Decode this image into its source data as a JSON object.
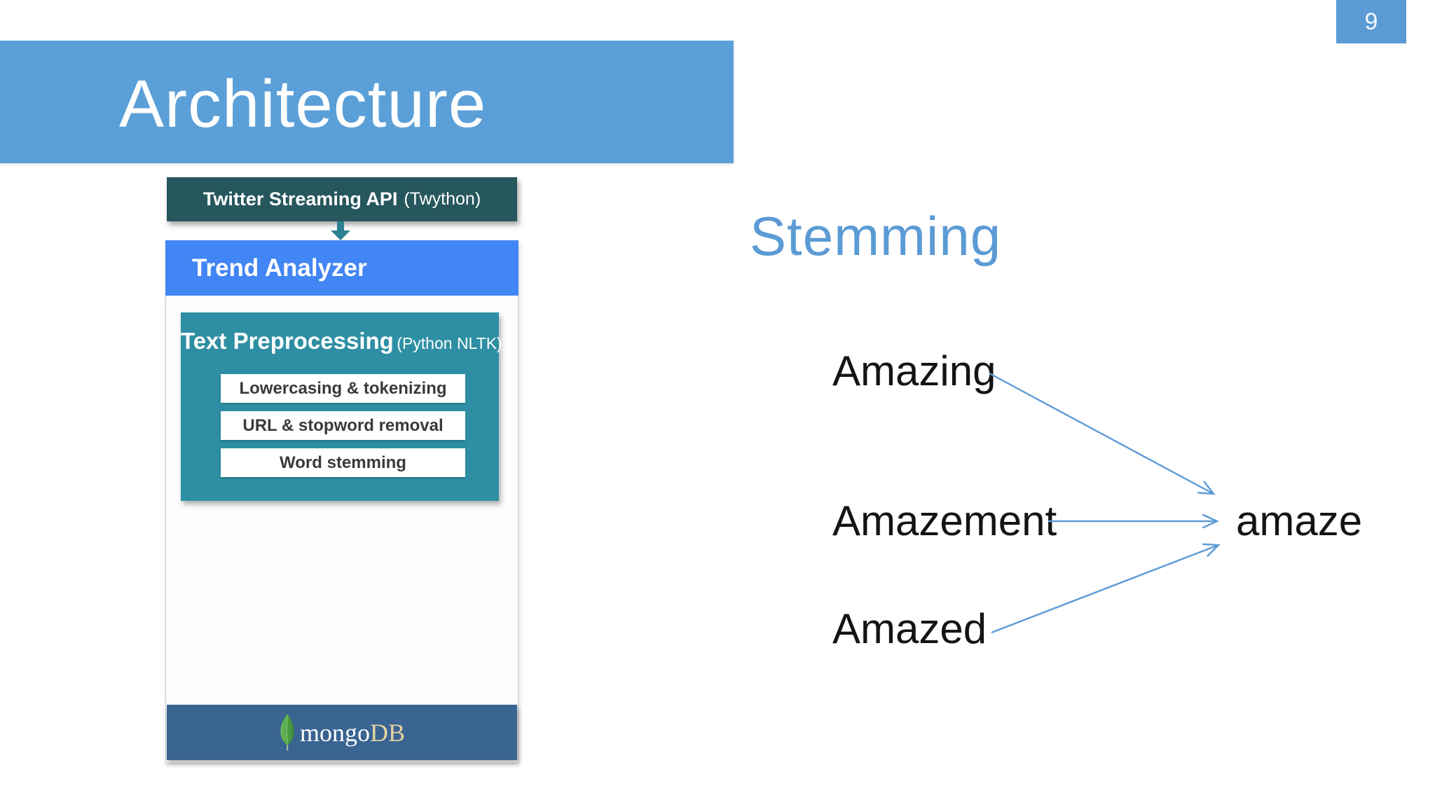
{
  "slide": {
    "page_number": "9",
    "title": "Architecture"
  },
  "architecture": {
    "source_box": {
      "title": "Twitter Streaming API",
      "subtitle": "(Twython)"
    },
    "trend_analyzer_label": "Trend Analyzer",
    "preprocessing": {
      "title": "Text Preprocessing",
      "subtitle": "(Python NLTK)",
      "steps": [
        "Lowercasing & tokenizing",
        "URL & stopword removal",
        "Word stemming"
      ]
    },
    "database": {
      "name_prefix": "mongo",
      "name_suffix": "DB"
    }
  },
  "stemming": {
    "heading": "Stemming",
    "sources": [
      "Amazing",
      "Amazement",
      "Amazed"
    ],
    "target": "amaze"
  },
  "colors": {
    "accent_blue": "#5B9FD8",
    "page_badge_blue": "#5B9BD5",
    "trend_blue": "#4285F4",
    "api_teal_dark": "#26575D",
    "preprocessing_teal": "#2E8FA4",
    "mongodb_bar_blue": "#3A6491",
    "mongodb_db_tan": "#E5D3A1",
    "mongodb_leaf_green": "#4EA344",
    "flow_arrow_teal": "#2C7F90",
    "stem_arrow_blue": "#5B9BD5",
    "step_text_gray": "#3A3A3A"
  }
}
